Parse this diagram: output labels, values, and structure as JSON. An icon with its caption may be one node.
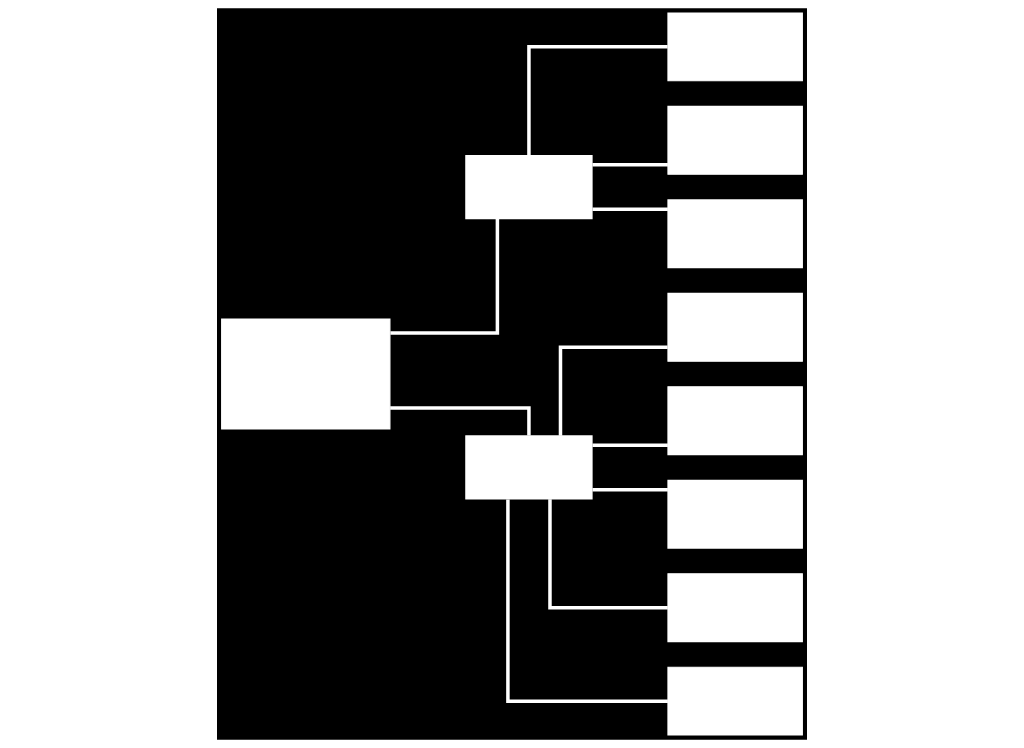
{
  "diagram": {
    "nodes": [
      {
        "text": [],
        "shape": "box"
      },
      {
        "text": [],
        "shape": "box"
      },
      {
        "text": [],
        "shape": "box"
      },
      {
        "text": [],
        "shape": "box"
      },
      {
        "text": [],
        "shape": "box"
      },
      {
        "text": [],
        "shape": "box"
      },
      {
        "text": [],
        "shape": "box"
      },
      {
        "text": [],
        "shape": "box"
      },
      {
        "text": [],
        "shape": "box"
      },
      {
        "text": [],
        "shape": "box"
      },
      {
        "text": [],
        "shape": "box"
      }
    ],
    "edges": [
      {
        "from": 0,
        "to": 1,
        "arrow": "none"
      },
      {
        "from": 0,
        "to": 2,
        "arrow": "none"
      },
      {
        "from": 1,
        "to": 3,
        "arrow": "none"
      },
      {
        "from": 1,
        "to": 4,
        "arrow": "none"
      },
      {
        "from": 1,
        "to": 5,
        "arrow": "none"
      },
      {
        "from": 2,
        "to": 6,
        "arrow": "none"
      },
      {
        "from": 2,
        "to": 7,
        "arrow": "none"
      },
      {
        "from": 2,
        "to": 8,
        "arrow": "none"
      },
      {
        "from": 2,
        "to": 9,
        "arrow": "none"
      },
      {
        "from": 2,
        "to": 10,
        "arrow": "none"
      }
    ]
  }
}
